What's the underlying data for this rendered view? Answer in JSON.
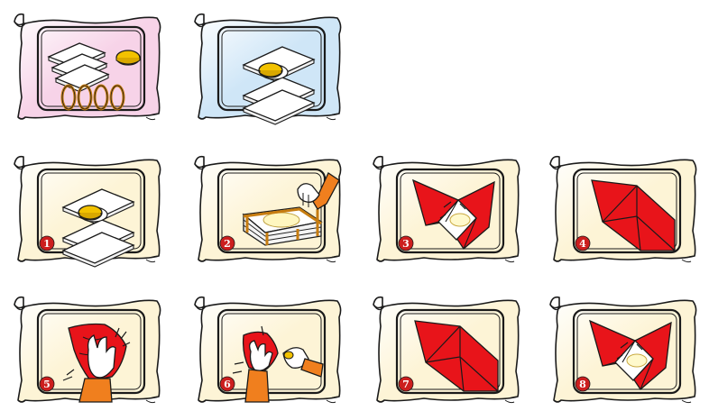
{
  "colors": {
    "outline": "#1a1a1a",
    "cloth_red": "#e8141a",
    "coin_gold": "#f2c200",
    "skin_orange": "#f07f1e",
    "badge_red": "#cc1e1e",
    "parchment_cream": "#fdf4d6",
    "parchment_pink": "#f7d3e8",
    "parchment_blue": "#cfe6f7"
  },
  "materials": [
    {
      "id": "materials-panel",
      "tint": "pink",
      "content": "materials-icon"
    },
    {
      "id": "assembled-panel",
      "tint": "blue",
      "content": "plates-coin-icon"
    }
  ],
  "steps": [
    {
      "number": "1",
      "content": "plates-coin-icon"
    },
    {
      "number": "2",
      "content": "bound-stack-icon"
    },
    {
      "number": "3",
      "content": "fold-open-icon"
    },
    {
      "number": "4",
      "content": "fold-closed-icon"
    },
    {
      "number": "5",
      "content": "crumple-hand-icon"
    },
    {
      "number": "6",
      "content": "reveal-hand-icon"
    },
    {
      "number": "7",
      "content": "fold-closed-icon"
    },
    {
      "number": "8",
      "content": "fold-open-icon"
    }
  ]
}
